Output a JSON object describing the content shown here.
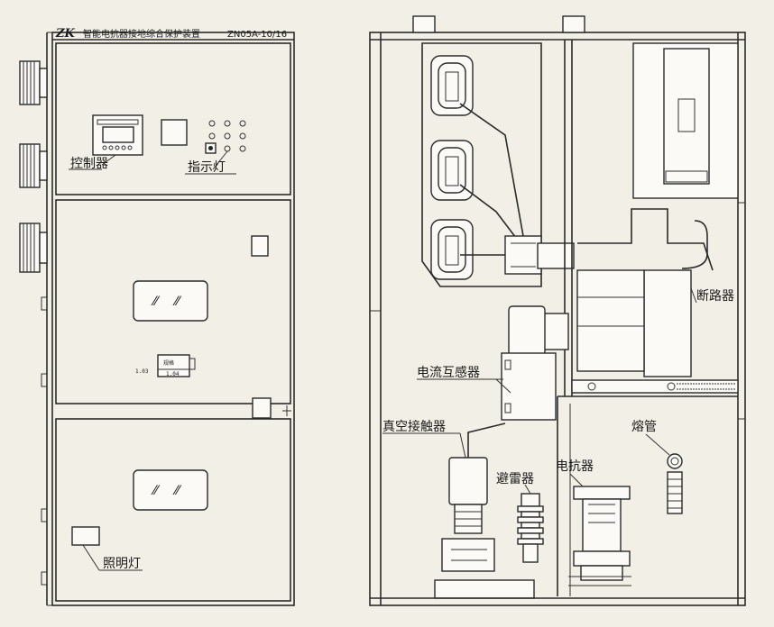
{
  "header": {
    "logo": "ZK",
    "title": "智能电抗器接地综合保护装置",
    "model": "ZN05A-10/16"
  },
  "front_labels": {
    "controller": "控制器",
    "indicator": "指示灯",
    "lighting": "照明灯"
  },
  "side_labels": {
    "breaker": "断路器",
    "current_transformer": "电流互感器",
    "vacuum_contactor": "真空接触器",
    "fuse": "熔管",
    "arrester": "避雷器",
    "reactor": "电抗器"
  },
  "nameplate": {
    "top": "规格",
    "mid": "1.03",
    "bot": "1.04"
  },
  "handle_symbol": "⁄⁄"
}
